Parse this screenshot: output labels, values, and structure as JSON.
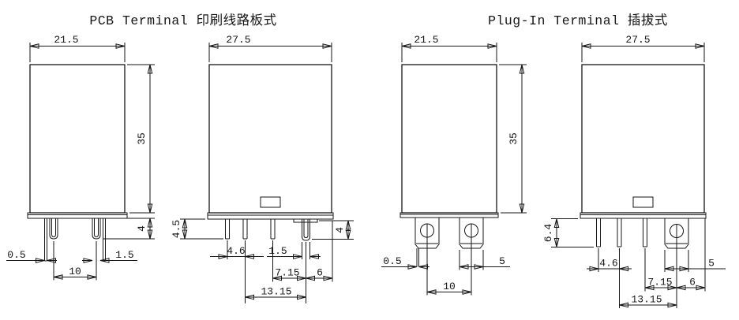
{
  "titles": {
    "pcb": "PCB Terminal 印刷线路板式",
    "plug": "Plug-In Terminal 插拔式"
  },
  "pcb_front": {
    "width": "21.5",
    "height": "35",
    "pin_protrusion": "4",
    "pin_thickness": "0.5",
    "pin_width": "1.5",
    "pin_pitch": "10"
  },
  "pcb_side": {
    "width": "27.5",
    "pin_length": "4.5",
    "pin_length_right": "4",
    "pin_gap": "4.6",
    "pin_width": "1.5",
    "pitch_a": "7.15",
    "edge_offset": "6",
    "pitch_b": "13.15"
  },
  "plug_front": {
    "width": "21.5",
    "height": "35",
    "blade_thickness": "0.5",
    "blade_width": "5",
    "blade_pitch": "10"
  },
  "plug_side": {
    "width": "27.5",
    "terminal_length": "6.4",
    "pin_gap": "4.6",
    "pitch_a": "7.15",
    "edge_offset": "6",
    "pitch_b": "13.15",
    "blade_width": "5"
  }
}
